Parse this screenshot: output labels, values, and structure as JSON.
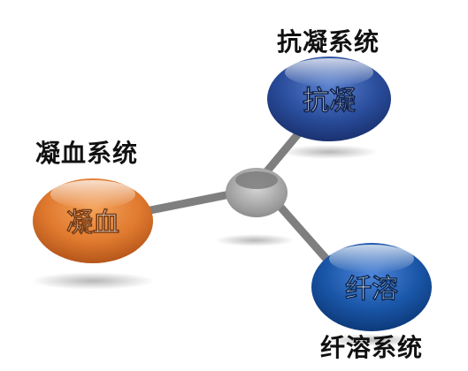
{
  "nodes": {
    "coagulation": {
      "label": "凝血",
      "system_label": "凝血系统",
      "color": "#e07a2f"
    },
    "anticoagulation": {
      "label": "抗凝",
      "system_label": "抗凝系统",
      "color": "#2a4d9c"
    },
    "fibrinolysis": {
      "label": "纤溶",
      "system_label": "纤溶系统",
      "color": "#1a56a8"
    }
  },
  "hub": {
    "color": "#8e8e8e"
  },
  "connector": {
    "color": "#7f7f7f"
  }
}
